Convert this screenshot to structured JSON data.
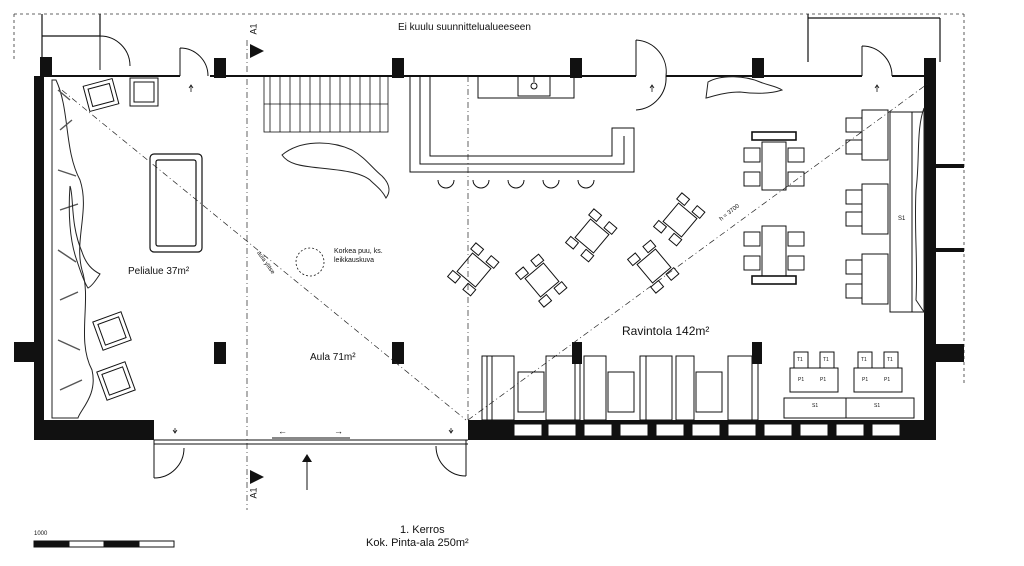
{
  "plan": {
    "outside_label": "Ei kuulu suunnittelualueeseen",
    "section_marker": "A1",
    "tree_label_line1": "Korkea puu, ks.",
    "tree_label_line2": "leikkauskuva",
    "dim_label_left": "aula ylitse",
    "dim_label_right": "h = 3700",
    "door_arrow_left": "←",
    "door_arrow_right": "→"
  },
  "rooms": {
    "game_area": "Pelialue 37m²",
    "lobby": "Aula 71m²",
    "restaurant": "Ravintola 142m²"
  },
  "furniture_labels": {
    "p1": "P1",
    "t1": "T1",
    "s1": "S1",
    "s1_side": "S1"
  },
  "footer": {
    "floor_name": "1. Kerros",
    "total_area": "Kok. Pinta-ala 250m²",
    "scale_label": "1000"
  }
}
